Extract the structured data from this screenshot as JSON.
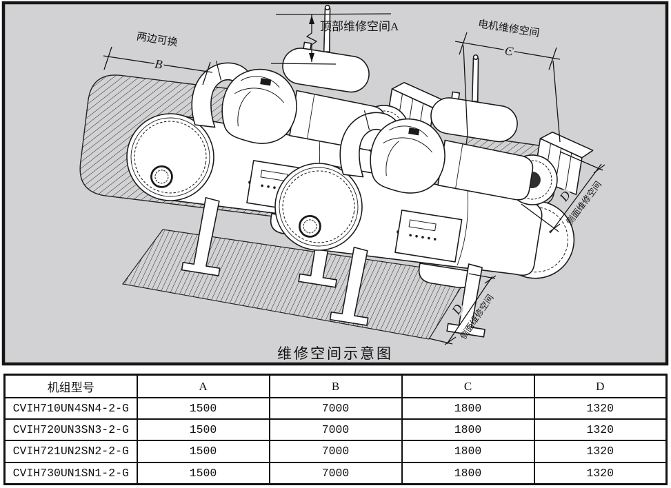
{
  "diagram": {
    "caption": "维修空间示意图",
    "labels": {
      "top_space_a": "顶部维修空间A",
      "both_sides": "两边可换",
      "dim_b": "B",
      "motor_space": "电机维修空间",
      "dim_c": "C",
      "side_space": "侧面维修空间",
      "dim_d": "D"
    },
    "colors": {
      "canvas": "#d2d2d4",
      "line": "#1b1b1b"
    }
  },
  "table": {
    "headers": [
      "机组型号",
      "A",
      "B",
      "C",
      "D"
    ],
    "rows": [
      [
        "CVIH710UN4SN4-2-G",
        "1500",
        "7000",
        "1800",
        "1320"
      ],
      [
        "CVIH720UN3SN3-2-G",
        "1500",
        "7000",
        "1800",
        "1320"
      ],
      [
        "CVIH721UN2SN2-2-G",
        "1500",
        "7000",
        "1800",
        "1320"
      ],
      [
        "CVIH730UN1SN1-2-G",
        "1500",
        "7000",
        "1800",
        "1320"
      ]
    ]
  }
}
